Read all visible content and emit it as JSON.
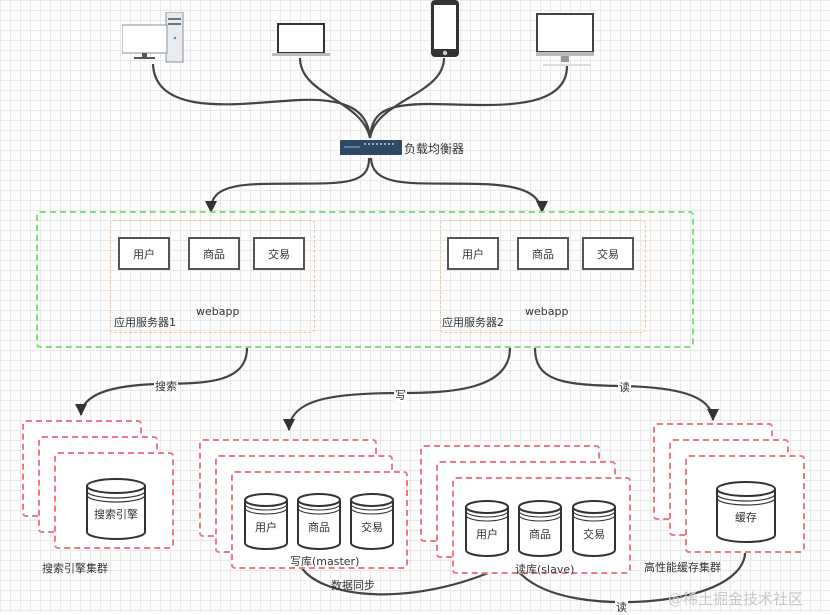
{
  "colors": {
    "wire": "#444444",
    "app_cluster_border": "#7ee07a",
    "app_server_border": "#f5c49b",
    "storage_border": "#ee7a86",
    "load_balancer": "#2c4a66"
  },
  "clients": [
    {
      "name": "desktop-pc"
    },
    {
      "name": "laptop"
    },
    {
      "name": "smartphone"
    },
    {
      "name": "monitor-display"
    }
  ],
  "load_balancer": {
    "label": "负载均衡器"
  },
  "app_servers": [
    {
      "label": "应用服务器1",
      "webapp_label": "webapp",
      "modules": [
        "用户",
        "商品",
        "交易"
      ]
    },
    {
      "label": "应用服务器2",
      "webapp_label": "webapp",
      "modules": [
        "用户",
        "商品",
        "交易"
      ]
    }
  ],
  "edges": {
    "search": "搜索",
    "write": "写",
    "read": "读",
    "sync": "数据同步",
    "read_bottom": "读"
  },
  "clusters": {
    "search": {
      "db_label": "搜索引擎",
      "caption": "搜索引擎集群"
    },
    "master": {
      "dbs": [
        "用户",
        "商品",
        "交易"
      ],
      "caption": "写库(master)"
    },
    "slave": {
      "dbs": [
        "用户",
        "商品",
        "交易"
      ],
      "caption": "读库(slave)"
    },
    "cache": {
      "db_label": "缓存",
      "caption": "高性能缓存集群"
    }
  },
  "watermark": "@稀土掘金技术社区"
}
